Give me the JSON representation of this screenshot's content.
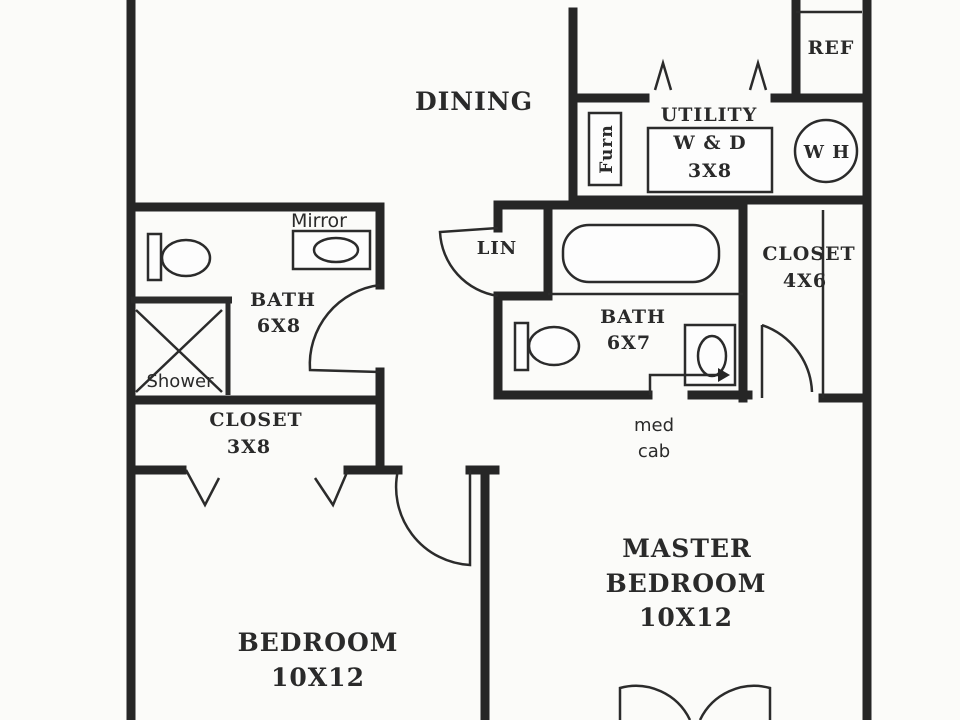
{
  "rooms": {
    "dining": "DINING",
    "ref": "REF",
    "utility": "UTILITY",
    "wd": "W & D",
    "utility_size": "3X8",
    "furn": "Furn",
    "wh": "W H",
    "lin": "LIN",
    "closet_right": "CLOSET",
    "closet_right_size": "4X6",
    "bath_left": "BATH",
    "bath_left_size": "6X8",
    "mirror": "Mirror",
    "shower": "Shower",
    "bath_center": "BATH",
    "bath_center_size": "6X7",
    "med": "med",
    "cab": "cab",
    "closet_left": "CLOSET",
    "closet_left_size": "3X8",
    "master": "MASTER",
    "master_line2": "BEDROOM",
    "master_size": "10X12",
    "bedroom": "BEDROOM",
    "bedroom_size": "10X12"
  },
  "colors": {
    "wall": "#262626",
    "paper": "#fbfbf9"
  }
}
